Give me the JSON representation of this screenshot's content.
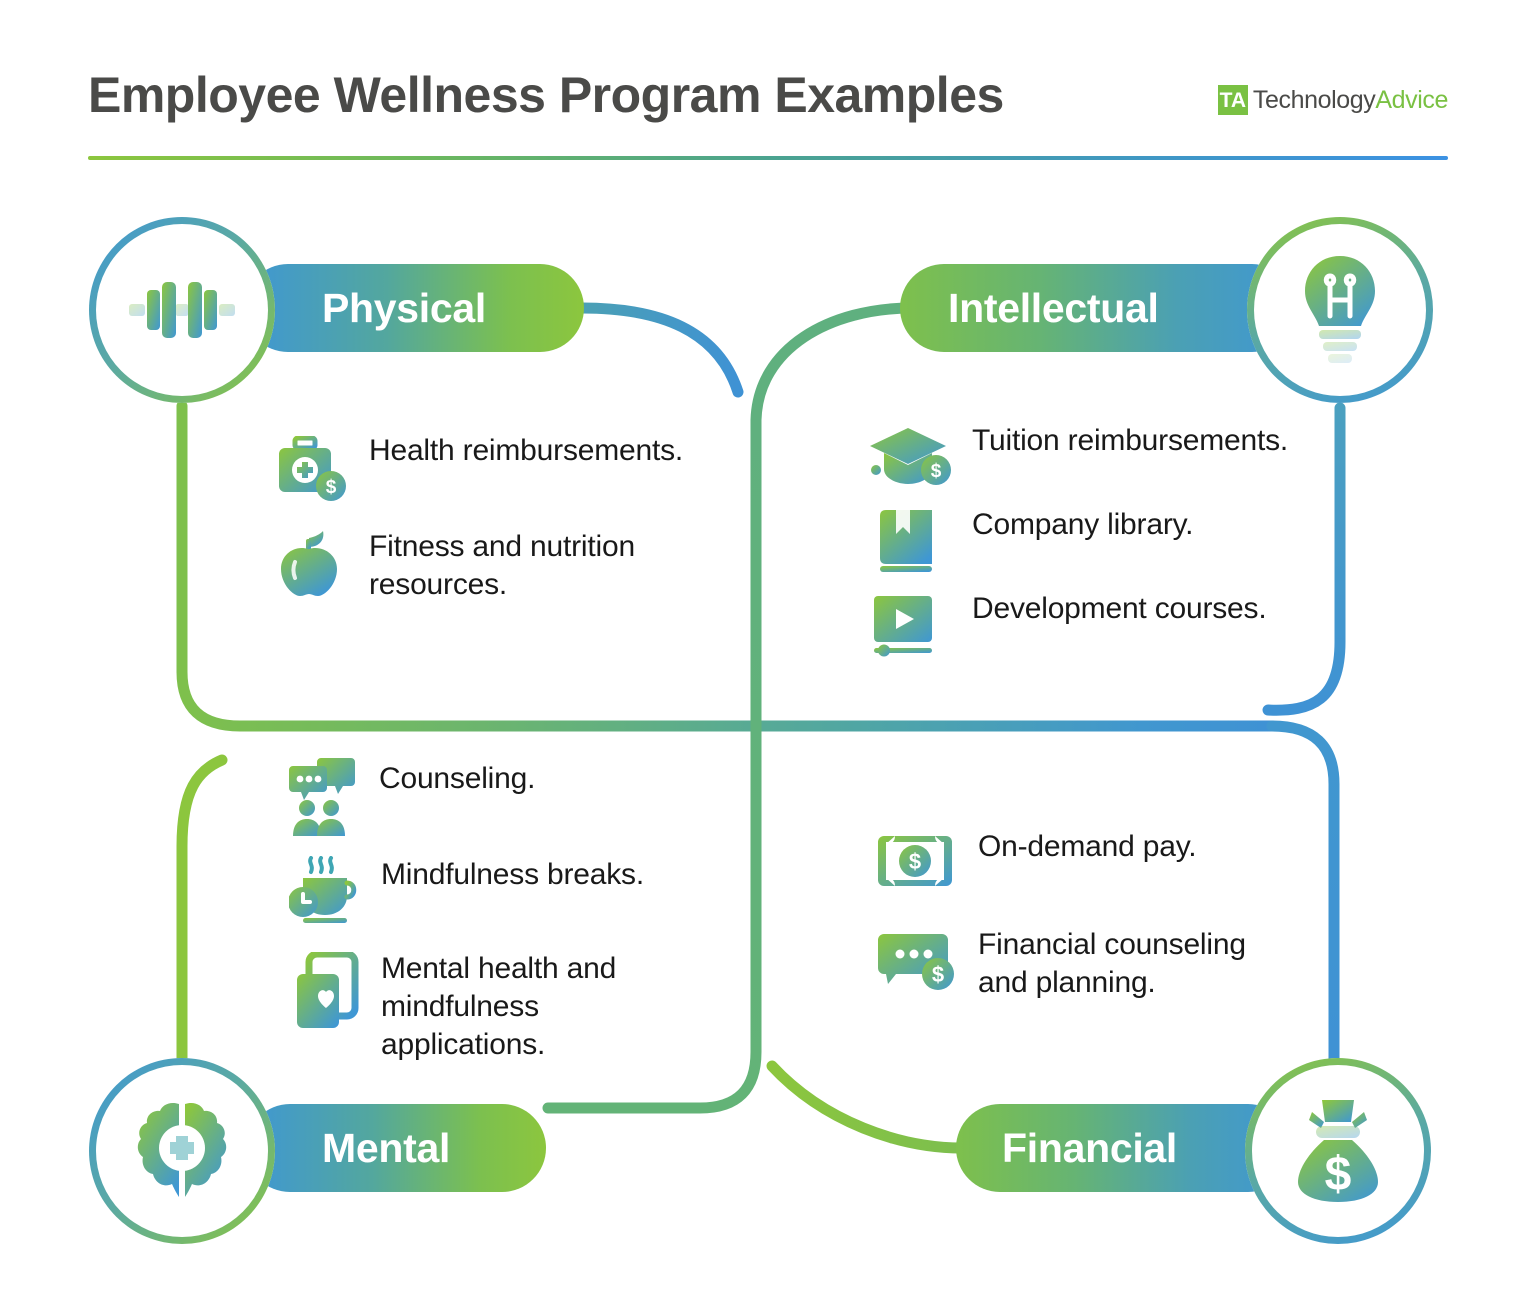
{
  "header": {
    "title": "Employee Wellness Program Examples",
    "logo": {
      "mark": "TA",
      "name_part1": "Technology",
      "name_part2": "Advice"
    }
  },
  "colors": {
    "green": "#8cc63e",
    "blue": "#3f97d4",
    "teal": "#5aa9a4",
    "title_gray": "#4a4a48",
    "body_text": "#191919",
    "background": "#ffffff"
  },
  "quadrants": [
    {
      "key": "physical",
      "label": "Physical",
      "icon": "dumbbell-icon",
      "items": [
        {
          "icon": "medical-kit-dollar-icon",
          "text": "Health reimbursements."
        },
        {
          "icon": "apple-icon",
          "text": "Fitness and nutrition resources."
        }
      ]
    },
    {
      "key": "intellectual",
      "label": "Intellectual",
      "icon": "lightbulb-icon",
      "items": [
        {
          "icon": "graduation-cap-dollar-icon",
          "text": "Tuition reimbursements."
        },
        {
          "icon": "book-bookmark-icon",
          "text": "Company library."
        },
        {
          "icon": "video-play-icon",
          "text": "Development courses."
        }
      ]
    },
    {
      "key": "mental",
      "label": "Mental",
      "icon": "brain-plus-icon",
      "items": [
        {
          "icon": "people-chat-icon",
          "text": "Counseling."
        },
        {
          "icon": "coffee-clock-icon",
          "text": "Mindfulness breaks."
        },
        {
          "icon": "mobile-heart-icon",
          "text": "Mental health and mindfulness applications."
        }
      ]
    },
    {
      "key": "financial",
      "label": "Financial",
      "icon": "money-bag-icon",
      "items": [
        {
          "icon": "banknote-dollar-icon",
          "text": "On-demand pay."
        },
        {
          "icon": "chat-dollar-icon",
          "text": "Financial counseling and planning."
        }
      ]
    }
  ]
}
